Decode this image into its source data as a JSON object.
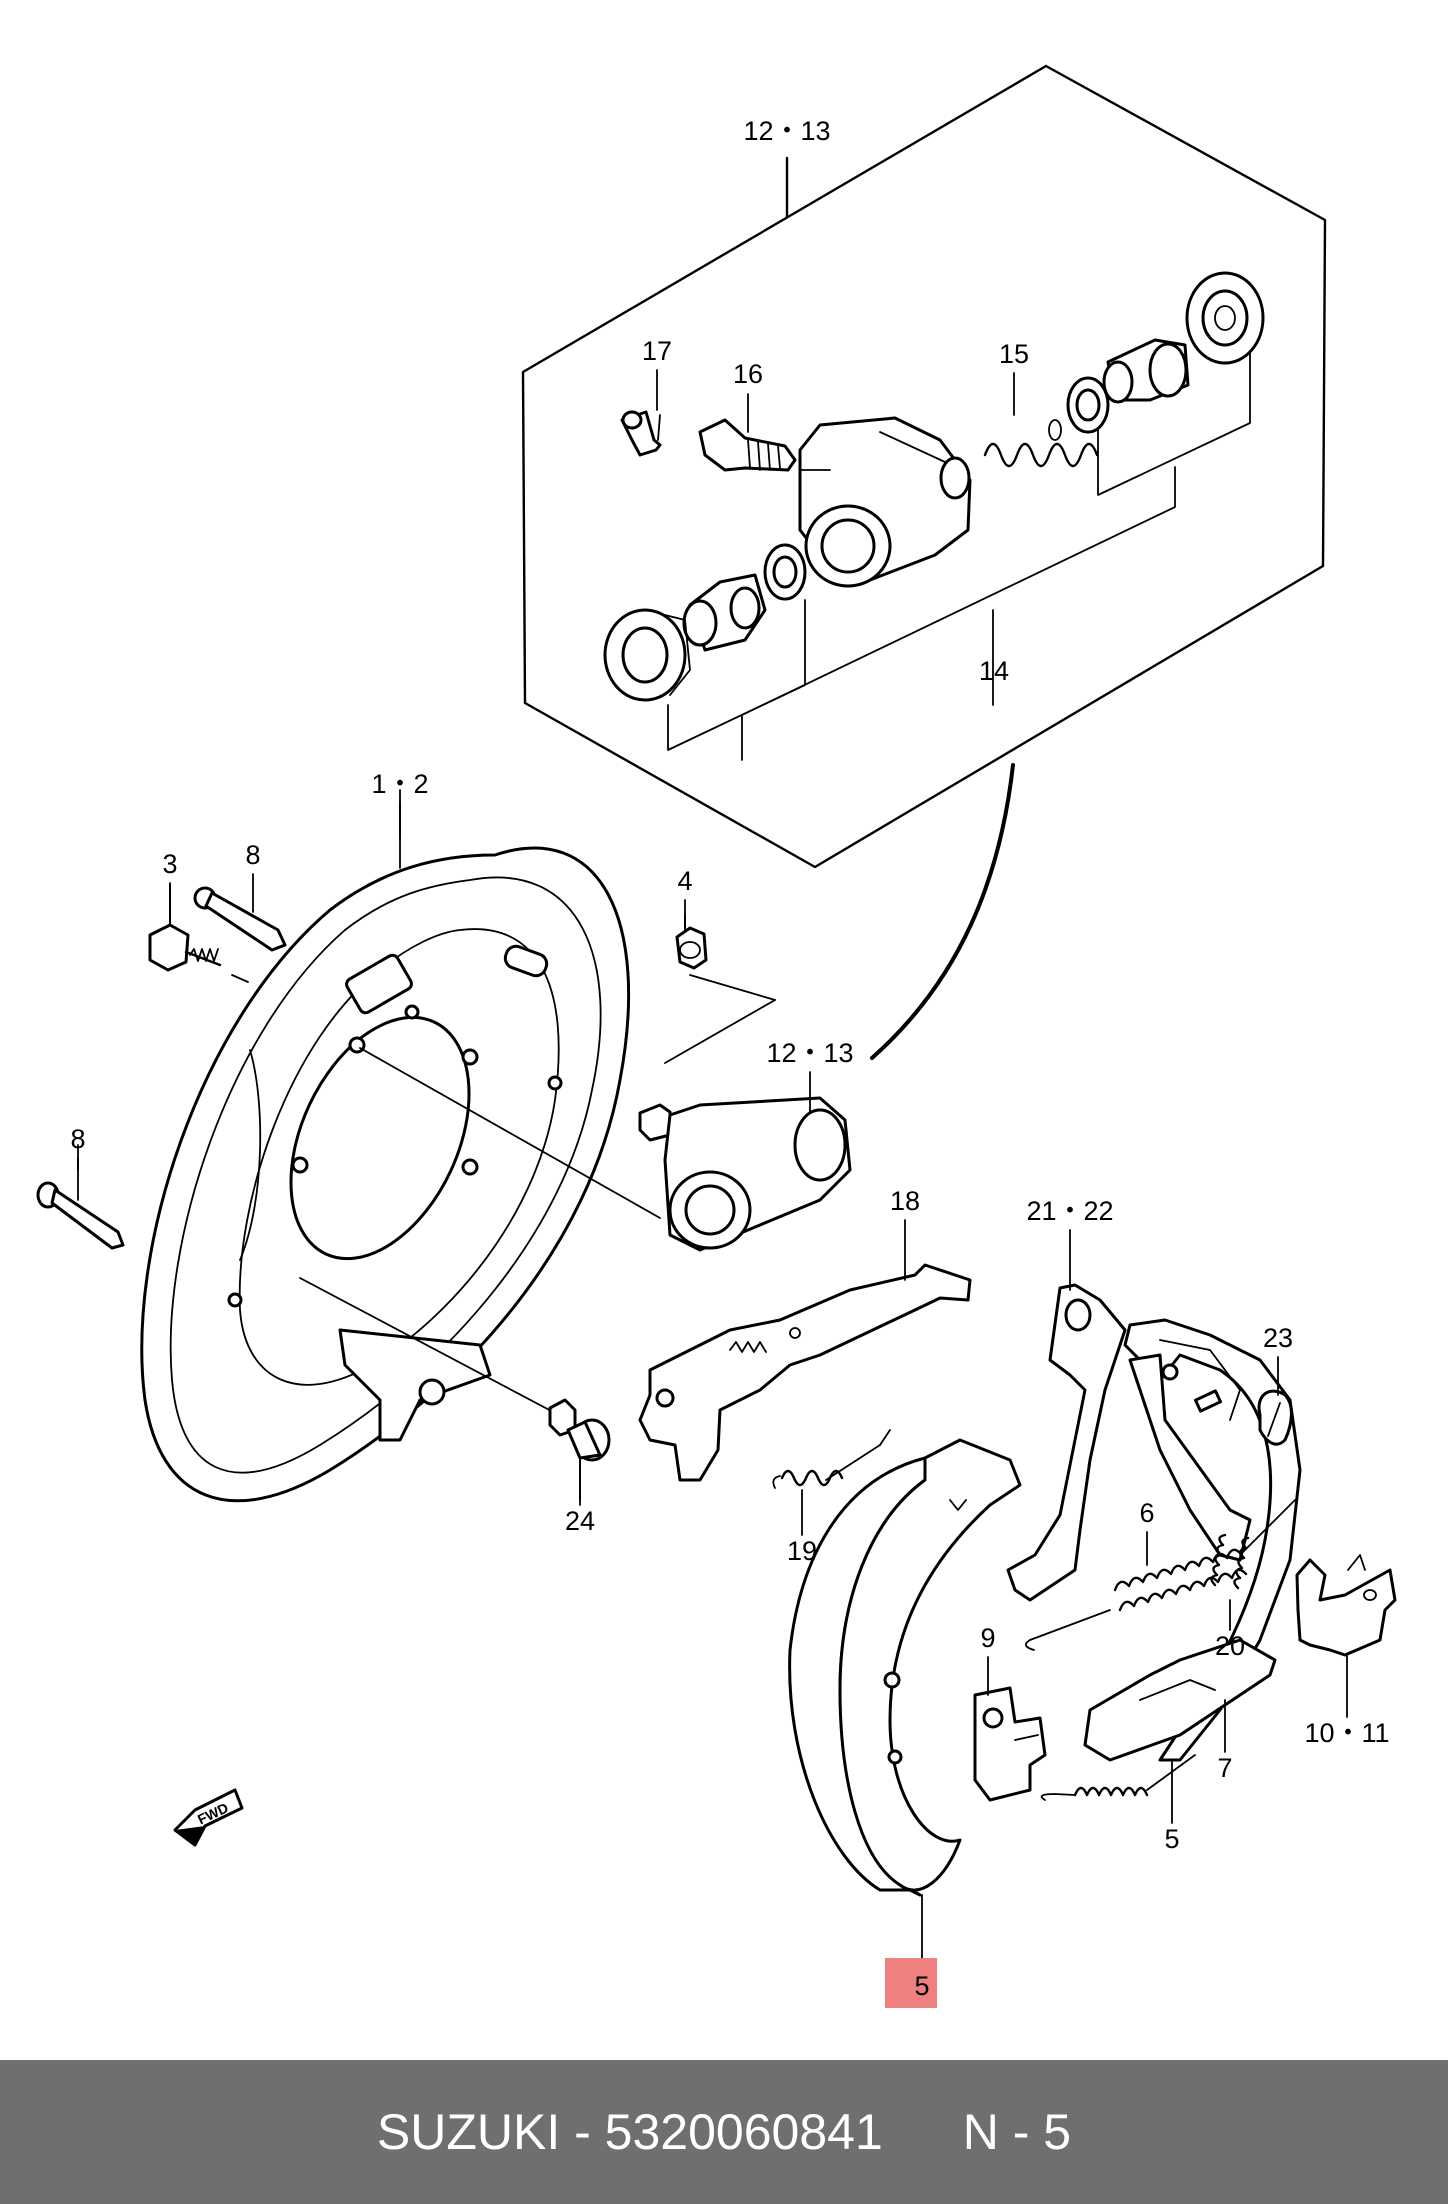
{
  "diagram": {
    "callouts": {
      "c12_13_top": "12・13",
      "c17": "17",
      "c16": "16",
      "c15": "15",
      "c14": "14",
      "c1_2": "1・2",
      "c3": "3",
      "c8_a": "8",
      "c4": "4",
      "c12_13": "12・13",
      "c8_b": "8",
      "c18": "18",
      "c21_22": "21・22",
      "c23": "23",
      "c24": "24",
      "c19": "19",
      "c6": "6",
      "c9": "9",
      "c20": "20",
      "c7": "7",
      "c10_11": "10・11",
      "c5_a": "5",
      "c5_highlight": "5"
    },
    "fwd_label": "FWD",
    "highlight_color": "#f08080"
  },
  "footer": {
    "brand_part": "SUZUKI - 5320060841",
    "diagram_ref": "N - 5"
  }
}
